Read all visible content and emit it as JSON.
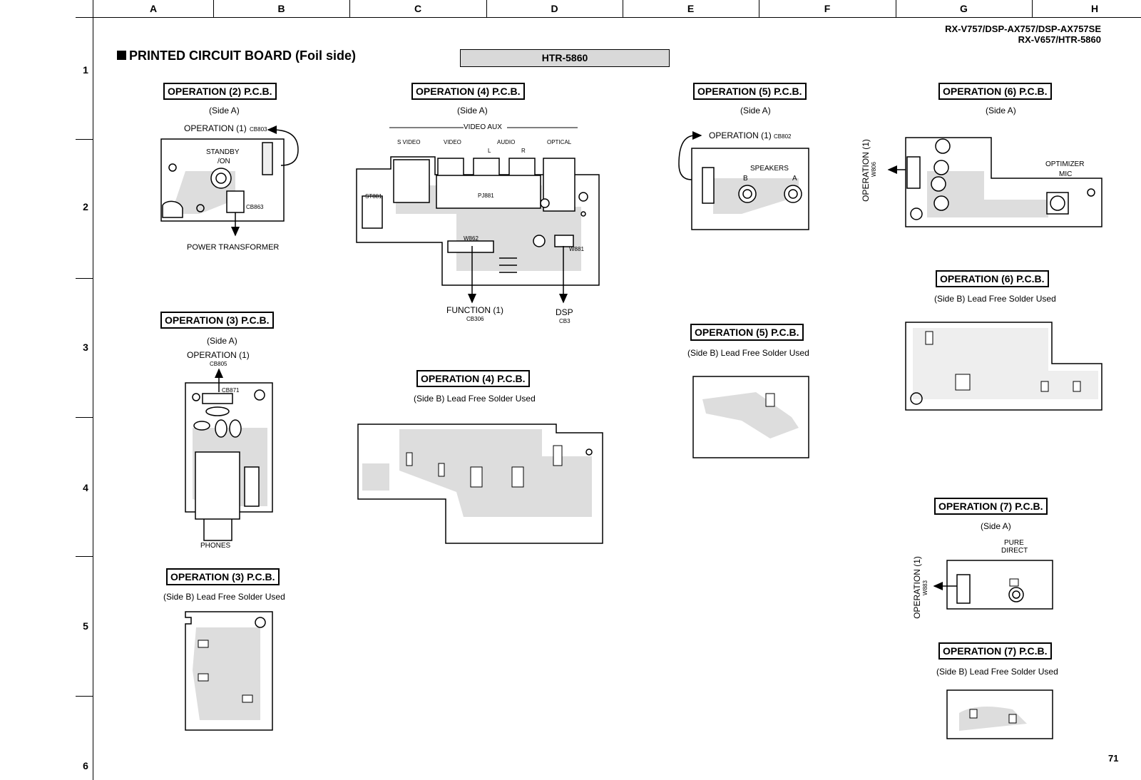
{
  "grid": {
    "columns": [
      "A",
      "B",
      "C",
      "D",
      "E",
      "F",
      "G",
      "H"
    ],
    "rows": [
      "1",
      "2",
      "3",
      "4",
      "5",
      "6"
    ]
  },
  "header": {
    "title": "PRINTED CIRCUIT BOARD (Foil side)",
    "model_tag": "HTR-5860",
    "models_line1": "RX-V757/DSP-AX757/DSP-AX757SE",
    "models_line2": "RX-V657/HTR-5860",
    "page_number": "71"
  },
  "boards": {
    "op2a": {
      "title": "OPERATION (2) P.C.B.",
      "side": "(Side A)",
      "to_op1": "OPERATION (1)",
      "cb803": "CB803",
      "standby": "STANDBY",
      "on": "/ON",
      "power": "POWER TRANSFORMER",
      "cb863": "CB863"
    },
    "op4a": {
      "title": "OPERATION (4) P.C.B.",
      "side": "(Side A)",
      "video_aux": "VIDEO AUX",
      "svideo": "S VIDEO",
      "video": "VIDEO",
      "audio": "AUDIO",
      "l": "L",
      "r": "R",
      "optical": "OPTICAL",
      "function": "FUNCTION (1)",
      "cb306": "CB306",
      "dsp": "DSP",
      "cb3": "CB3",
      "w862": "W862",
      "w881": "W881",
      "pj881": "PJ881",
      "st881": "ST881"
    },
    "op5a": {
      "title": "OPERATION (5) P.C.B.",
      "side": "(Side A)",
      "to_op1": "OPERATION (1)",
      "cb802": "CB802",
      "speakers": "SPEAKERS",
      "b": "B",
      "a": "A"
    },
    "op6a": {
      "title": "OPERATION (6) P.C.B.",
      "side": "(Side A)",
      "to_op1": "OPERATION (1)",
      "w806": "W806",
      "optimizer": "OPTIMIZER",
      "mic": "MIC"
    },
    "op3a": {
      "title": "OPERATION (3) P.C.B.",
      "side": "(Side A)",
      "to_op1": "OPERATION (1)",
      "cb805": "CB805",
      "phones": "PHONES",
      "cb871": "CB871"
    },
    "op4b": {
      "title": "OPERATION (4) P.C.B.",
      "side": "(Side B) Lead Free Solder Used"
    },
    "op5b": {
      "title": "OPERATION (5) P.C.B.",
      "side": "(Side B) Lead Free Solder Used"
    },
    "op6b": {
      "title": "OPERATION (6) P.C.B.",
      "side": "(Side B) Lead Free Solder Used"
    },
    "op3b": {
      "title": "OPERATION (3) P.C.B.",
      "side": "(Side B) Lead Free Solder Used"
    },
    "op7a": {
      "title": "OPERATION (7) P.C.B.",
      "side": "(Side A)",
      "pure": "PURE",
      "direct": "DIRECT",
      "to_op1": "OPERATION (1)",
      "w883": "W883"
    },
    "op7b": {
      "title": "OPERATION (7) P.C.B.",
      "side": "(Side B) Lead Free Solder Used"
    }
  }
}
